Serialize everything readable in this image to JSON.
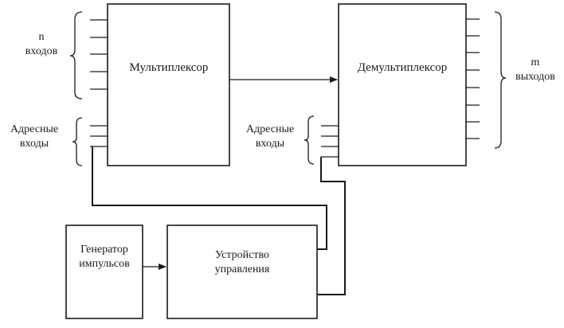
{
  "blocks": {
    "mux": "Мультиплексор",
    "demux": "Демультиплексор",
    "generator_line1": "Генератор",
    "generator_line2": "импульсов",
    "control_line1": "Устройство",
    "control_line2": "управления"
  },
  "labels": {
    "n": "n",
    "inputs": "входов",
    "m": "m",
    "outputs": "выходов",
    "mux_address_line1": "Адресные",
    "mux_address_line2": "входы",
    "demux_address_line1": "Адресные",
    "demux_address_line2": "входы"
  },
  "colors": {
    "ink": "#1a1a1a",
    "background": "#ffffff"
  }
}
